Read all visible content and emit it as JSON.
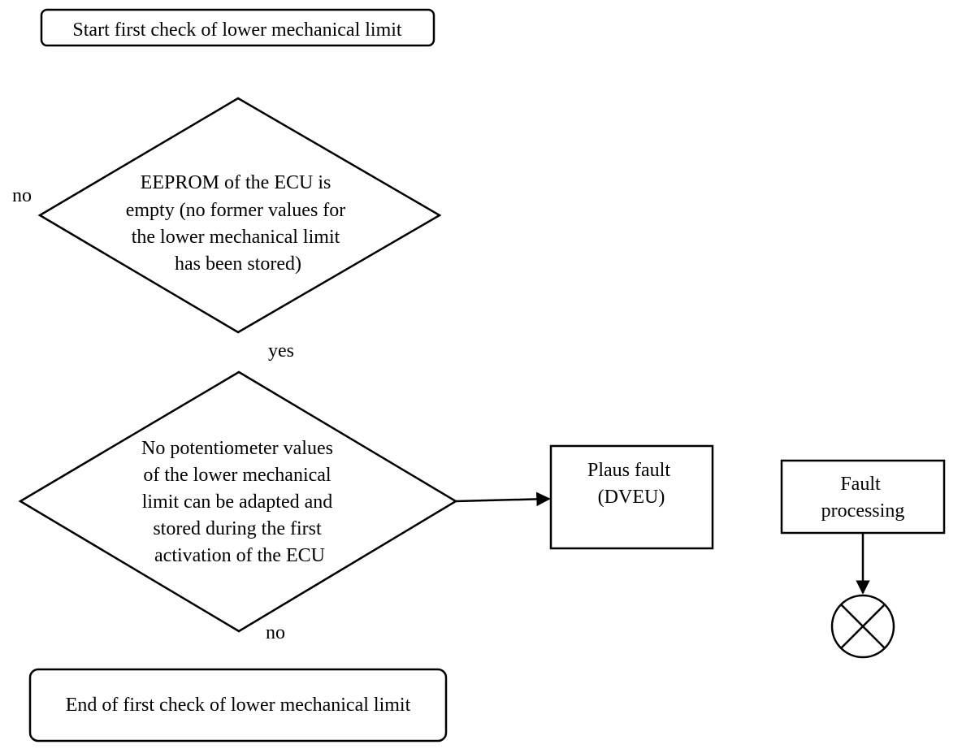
{
  "nodes": {
    "start": {
      "label": "Start first check of lower mechanical limit"
    },
    "decision_eeprom": {
      "lines": [
        "EEPROM of the ECU is",
        "empty (no former values for",
        "the lower mechanical limit",
        "has been stored)"
      ]
    },
    "decision_potentiometer": {
      "lines": [
        "No potentiometer values",
        "of the lower mechanical",
        "limit can be adapted and",
        "stored during the first",
        "activation of the ECU"
      ]
    },
    "plaus_fault": {
      "lines": [
        "Plaus fault",
        "(DVEU)"
      ]
    },
    "fault_processing": {
      "lines": [
        "Fault",
        "processing"
      ]
    },
    "end": {
      "label": "End of first check of lower mechanical limit"
    }
  },
  "edge_labels": {
    "eeprom_no": "no",
    "eeprom_yes": "yes",
    "potentiometer_no": "no"
  }
}
